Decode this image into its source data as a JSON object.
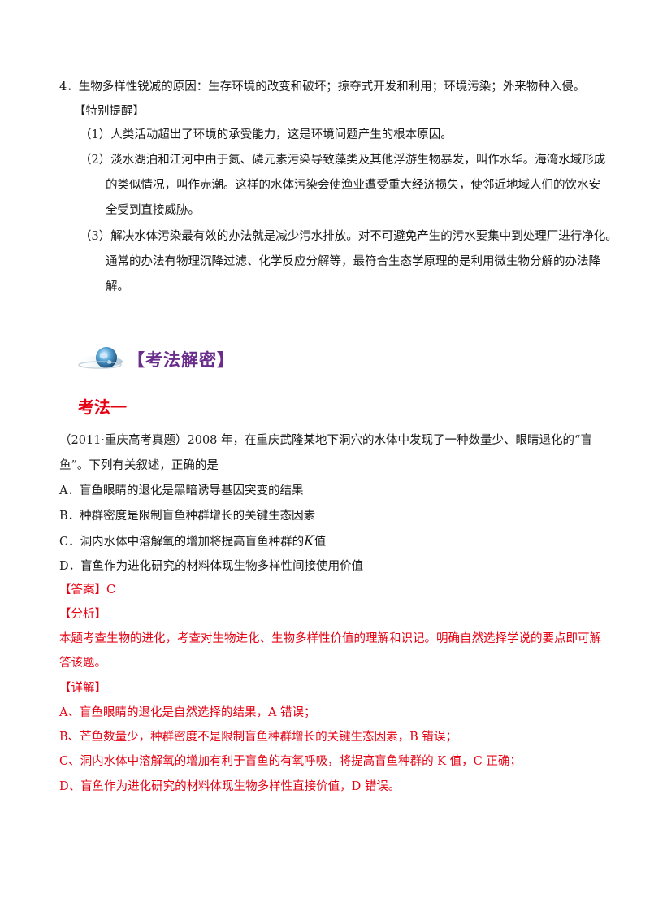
{
  "item4": "4．生物多样性锐减的原因：生存环境的改变和破坏；掠夺式开发和利用；环境污染；外来物种入侵。",
  "tip_heading": "【特别提醒】",
  "tip1": "（1）人类活动超出了环境的承受能力，这是环境问题产生的根本原因。",
  "tip2_l1": "（2）淡水湖泊和江河中由于氮、磷元素污染导致藻类及其他浮游生物暴发，叫作水华。海湾水域形成",
  "tip2_l2": "的类似情况，叫作赤潮。这样的水体污染会使渔业遭受重大经济损失，使邻近地域人们的饮水安",
  "tip2_l3": "全受到直接威胁。",
  "tip3_l1": "（3）解决水体污染最有效的办法就是减少污水排放。对不可避免产生的污水要集中到处理厂进行净化。",
  "tip3_l2": "通常的办法有物理沉降过滤、化学反应分解等，最符合生态学原理的是利用微生物分解的办法降",
  "tip3_l3": "解。",
  "section_title": "【考法解密】",
  "method_title": "考法一",
  "question_l1": "（2011·重庆高考真题）2008 年，在重庆武隆某地下洞穴的水体中发现了一种数量少、眼睛退化的“盲",
  "question_l2": "鱼”。下列有关叙述，正确的是",
  "option_a": "A．盲鱼眼睛的退化是黑暗诱导基因突变的结果",
  "option_b": "B．种群密度是限制盲鱼种群增长的关键生态因素",
  "option_c_pre": "C．洞内水体中溶解氧的增加将提高盲鱼种群的",
  "option_c_var": "K",
  "option_c_post": "值",
  "option_d": "D．盲鱼作为进化研究的材料体现生物多样性间接使用价值",
  "answer_label": "【答案】",
  "answer_value": "C",
  "analysis_label": "【分析】",
  "analysis_l1": "本题考查生物的进化，考查对生物进化、生物多样性价值的理解和识记。明确自然选择学说的要点即可解",
  "analysis_l2": "答该题。",
  "detail_label": "【详解】",
  "detail_a": "A、盲鱼眼睛的退化是自然选择的结果，A 错误；",
  "detail_b": "B、芒鱼数量少，种群密度不是限制盲鱼种群增长的关键生态因素，B 错误；",
  "detail_c": "C、洞内水体中溶解氧的增加有利于盲鱼的有氧呼吸，将提高盲鱼种群的 K 值，C 正确；",
  "detail_d": "D、盲鱼作为进化研究的材料体现生物多样性直接价值，D 错误。",
  "colors": {
    "red": "#e60012",
    "purple": "#6a2d8c"
  },
  "icons": {
    "section": "globe-icon"
  }
}
